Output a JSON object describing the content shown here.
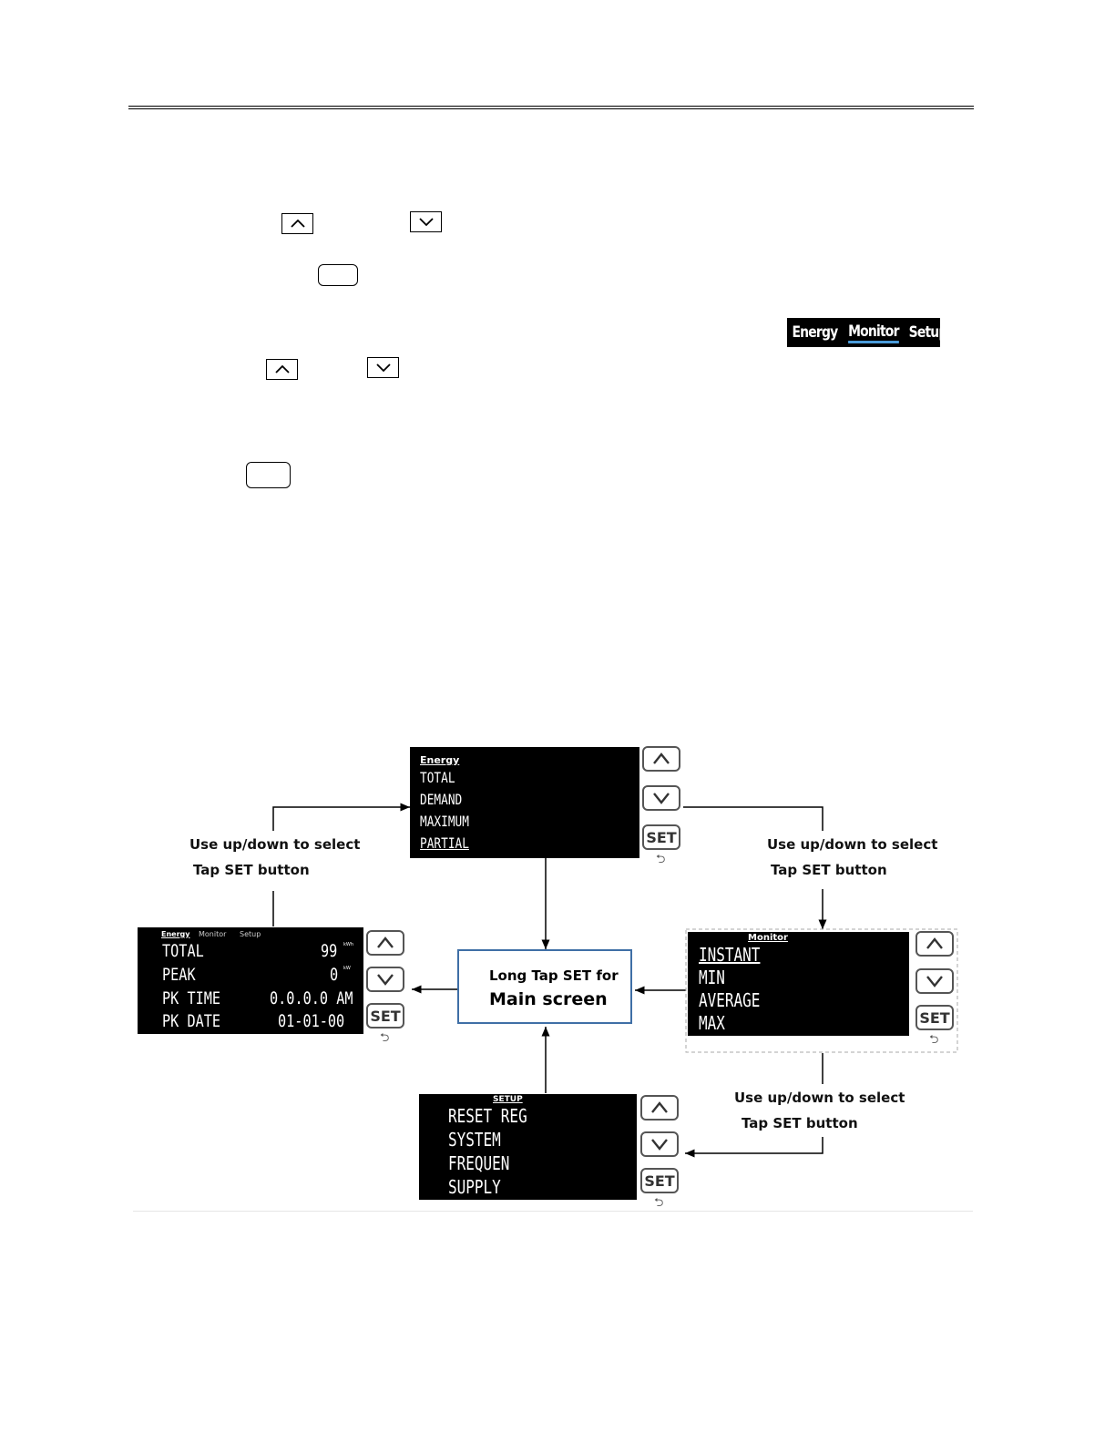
{
  "tab_bar": {
    "tabs": [
      "Energy",
      "Monitor",
      "Setup"
    ],
    "active": "Monitor"
  },
  "energy_screen": {
    "header": "Energy",
    "items": [
      "TOTAL",
      "DEMAND",
      "MAXIMUM",
      "PARTIAL"
    ]
  },
  "monitor_screen": {
    "header": "Monitor",
    "items": [
      "INSTANT",
      "MIN",
      "AVERAGE",
      "MAX"
    ]
  },
  "setup_screen": {
    "header": "SETUP",
    "items": [
      "RESET REG",
      "SYSTEM",
      "FREQUEN",
      "SUPPLY"
    ]
  },
  "summary_screen": {
    "tabs": [
      "Energy",
      "Monitor",
      "Setup"
    ],
    "rows": [
      {
        "label": "TOTAL",
        "value": "99",
        "unit": "kWh"
      },
      {
        "label": "PEAK",
        "value": "0",
        "unit": "kW"
      },
      {
        "label": "PK TIME",
        "value": "0.0.0.0 AM",
        "unit": ""
      },
      {
        "label": "PK DATE",
        "value": "01-01-00",
        "unit": ""
      }
    ]
  },
  "buttons": {
    "set_label": "SET",
    "back_symbol": "⮌"
  },
  "instructions": {
    "left_1": "Use up/down to select",
    "left_2": "Tap SET  button",
    "right_1": "Use up/down to select",
    "right_2": "Tap SET  button",
    "bottom_1": "Use up/down to select",
    "bottom_2": "Tap SET button"
  },
  "main_box": {
    "line1": "Long Tap SET  for",
    "line2": "Main screen"
  }
}
